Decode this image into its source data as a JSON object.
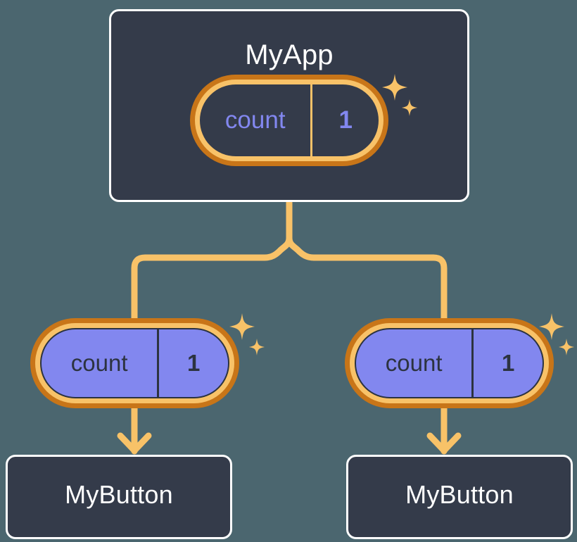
{
  "diagram": {
    "type": "component-tree",
    "title_visible": false,
    "background_color": "#4b666f",
    "node_fill": "#343b4a",
    "node_border": "#ffffff",
    "wire_color": "#f8c268",
    "pill_ring_outer": "#c87518",
    "pill_ring_inner": "#f8c268",
    "pill_fill_child": "#8287ef",
    "accent_text": "#8287ef",
    "dark_text": "#2c3340"
  },
  "root": {
    "title": "MyApp",
    "state": {
      "key": "count",
      "value": "1",
      "sparkle_name": "sparkle-icon"
    }
  },
  "children": [
    {
      "state": {
        "key": "count",
        "value": "1"
      },
      "leaf": {
        "title": "MyButton"
      }
    },
    {
      "state": {
        "key": "count",
        "value": "1"
      },
      "leaf": {
        "title": "MyButton"
      }
    }
  ],
  "connectors": {
    "root_to_children": "orange-branching-line",
    "state_to_leaf": "orange-down-arrow"
  }
}
